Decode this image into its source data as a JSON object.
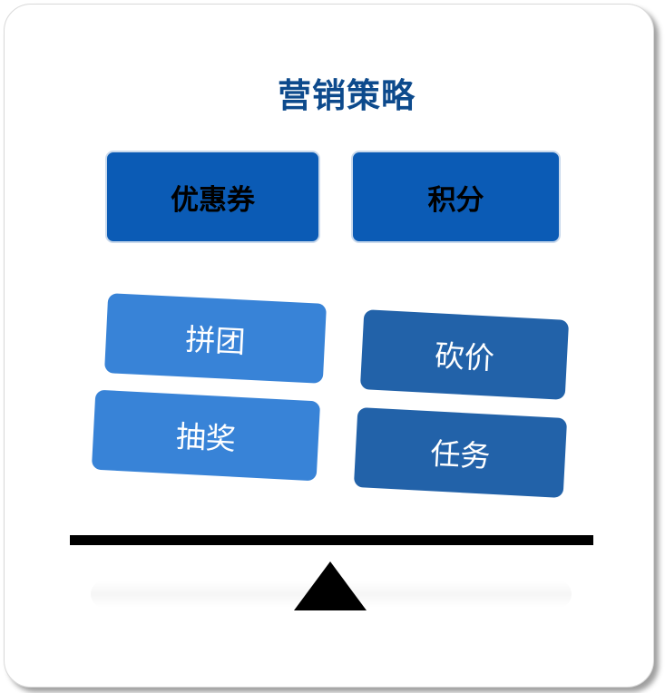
{
  "title": "营销策略",
  "top_row": {
    "left_label": "优惠券",
    "right_label": "积分"
  },
  "tiles": {
    "pintuan": "拼团",
    "kanjia": "砍价",
    "choujiang": "抽奖",
    "renwu": "任务"
  },
  "colors": {
    "title": "#0d4a8c",
    "top_box": "#0b5bb5",
    "tile_light": "#3883d7",
    "tile_dark": "#2262a9",
    "beam": "#000000"
  }
}
